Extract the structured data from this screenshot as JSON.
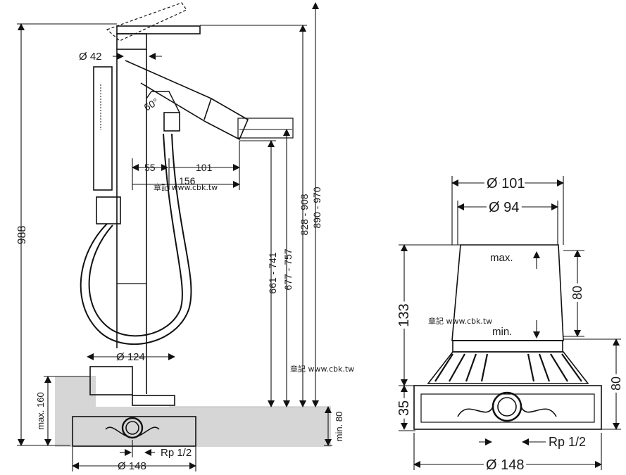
{
  "left_drawing": {
    "total_height": "988",
    "outlet_diameter": "Ø 42",
    "spout_angle": "60°",
    "dim_55": "55",
    "dim_101": "101",
    "dim_156": "156",
    "base_diameter": "Ø 124",
    "base_range": "max. 160",
    "floor_min": "min. 80",
    "rp_thread": "Rp 1/2",
    "bottom_diameter": "Ø 148",
    "height_661_741": "661 - 741",
    "height_677_757": "677 - 757",
    "height_828_908": "828 - 908",
    "height_890_970": "890 - 970"
  },
  "right_drawing": {
    "outer_diameter": "Ø 101",
    "inner_diameter": "Ø 94",
    "max_label": "max.",
    "min_label": "min.",
    "adjust_range": "80",
    "height_133": "133",
    "height_35": "35",
    "base_80": "80",
    "rp_thread": "Rp 1/2",
    "bottom_diameter": "Ø 148"
  },
  "watermarks": [
    "章記 www.cbk.tw",
    "章記 www.cbk.tw",
    "章記 www.cbk.tw"
  ]
}
